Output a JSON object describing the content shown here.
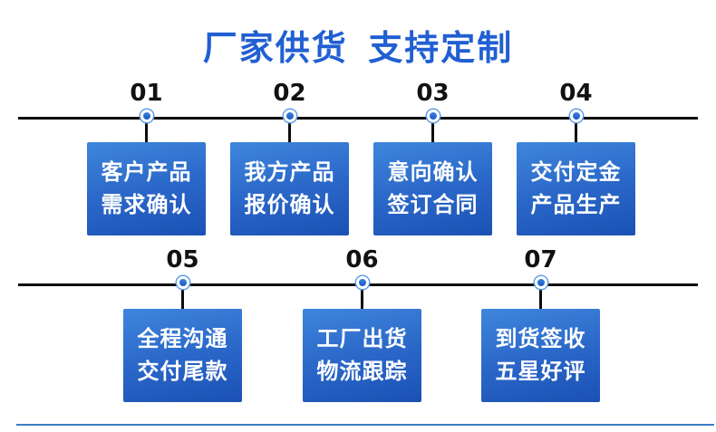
{
  "title": "厂家供货 支持定制",
  "colors": {
    "title_blue": "#215fd2",
    "box_gradient_start": "#3f86dc",
    "box_gradient_end": "#1b51b4",
    "timeline_black": "#0d0d0d",
    "node_fill": "#2268cf",
    "node_ring": "#5a9be4",
    "bottom_divider_blue": "#3b7ec7",
    "box_text": "#ffffff"
  },
  "rows": [
    {
      "steps": [
        {
          "number": "01",
          "line1": "客户产品",
          "line2": "需求确认"
        },
        {
          "number": "02",
          "line1": "我方产品",
          "line2": "报价确认"
        },
        {
          "number": "03",
          "line1": "意向确认",
          "line2": "签订合同"
        },
        {
          "number": "04",
          "line1": "交付定金",
          "line2": "产品生产"
        }
      ]
    },
    {
      "steps": [
        {
          "number": "05",
          "line1": "全程沟通",
          "line2": "交付尾款"
        },
        {
          "number": "06",
          "line1": "工厂出货",
          "line2": "物流跟踪"
        },
        {
          "number": "07",
          "line1": "到货签收",
          "line2": "五星好评"
        }
      ]
    }
  ]
}
